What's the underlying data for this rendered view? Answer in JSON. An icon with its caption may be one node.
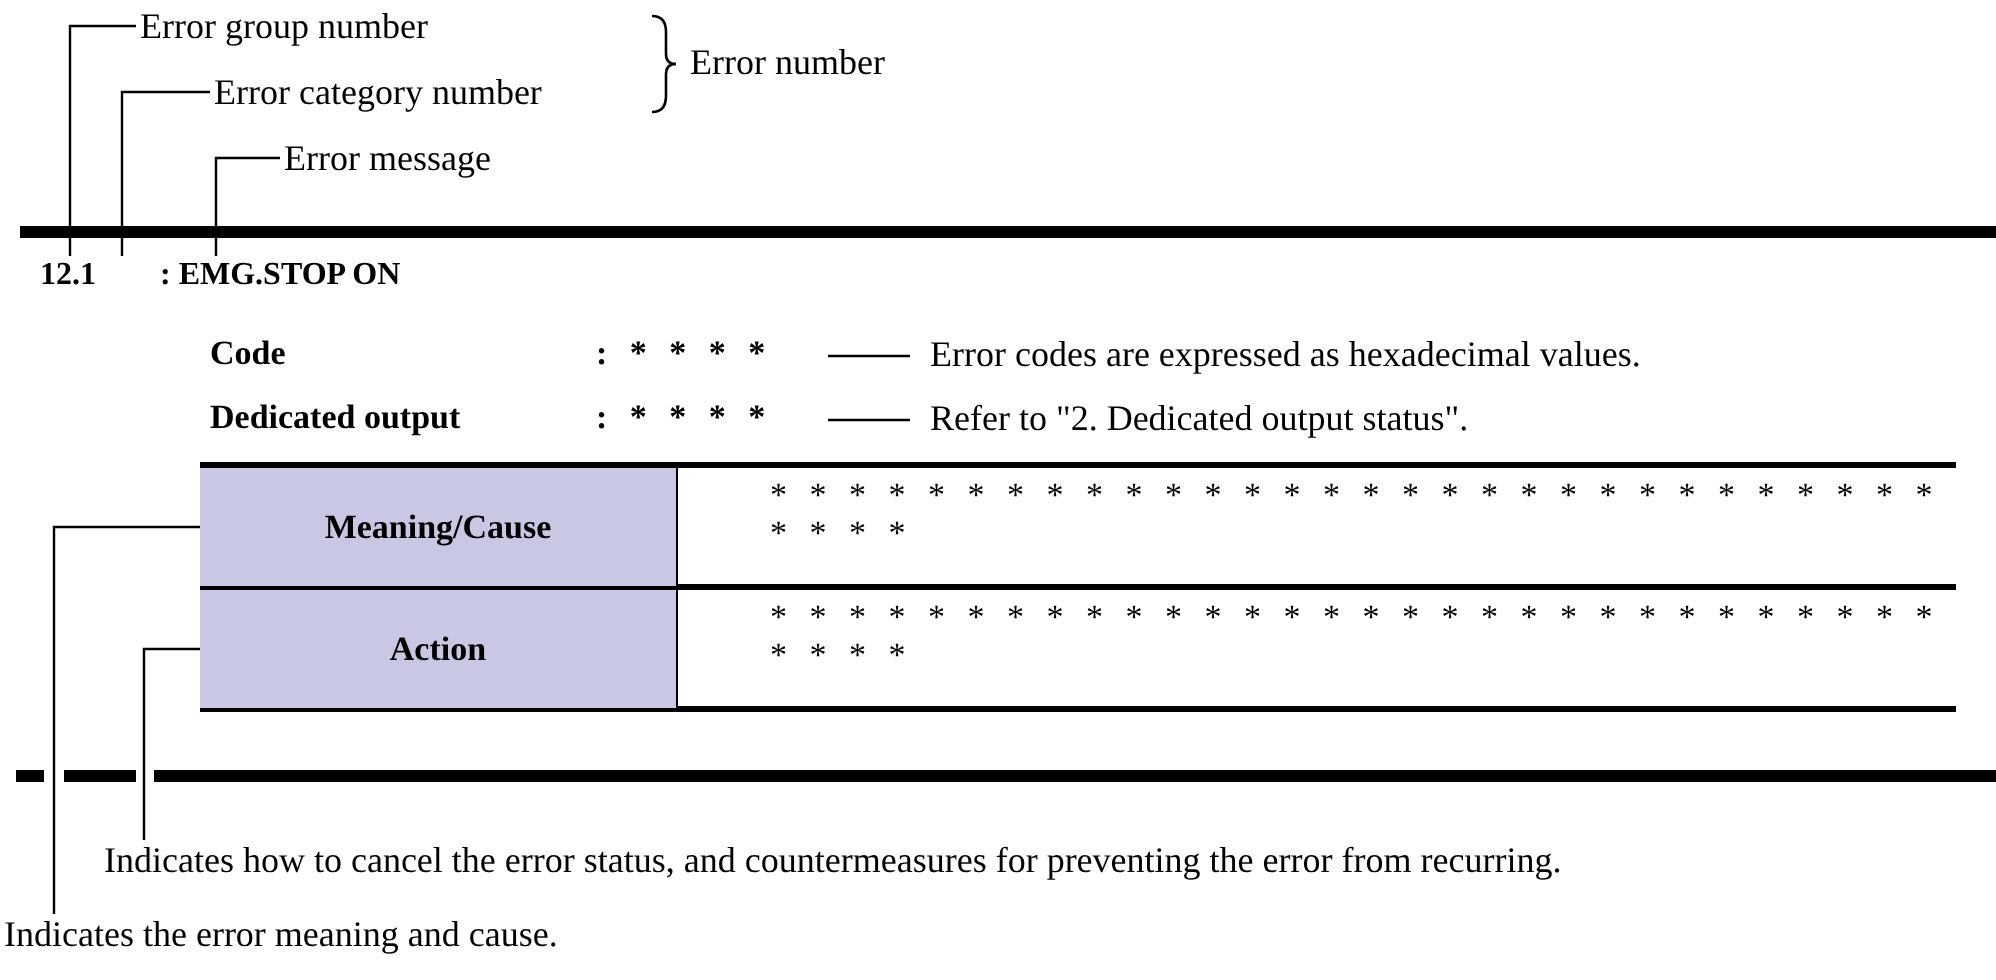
{
  "diagram": {
    "nodes": [
      {
        "text": [
          "Error group number"
        ]
      },
      {
        "text": [
          "Error category number"
        ]
      },
      {
        "text": [
          "Error message"
        ]
      },
      {
        "text": [
          "12.1"
        ]
      },
      {
        "text": [
          ": EMG.STOP ON"
        ]
      },
      {
        "text": [
          ": * * * *"
        ]
      },
      {
        "text": [
          "Error codes are expressed as hexadecimal values."
        ]
      },
      {
        "text": [
          ": * * * *"
        ]
      },
      {
        "text": [
          "Refer to \"2. Dedicated output status\"."
        ]
      },
      {
        "text": [
          "Meaning/Cause"
        ]
      },
      {
        "text": [
          "Action"
        ]
      },
      {
        "text": [
          "Indicates how to cancel the error status, and countermeasures for preventing the error from recurring."
        ]
      },
      {
        "text": [
          "Indicates the error meaning and cause."
        ]
      }
    ],
    "edges": [
      {
        "from": 0,
        "to": 3,
        "arrow": "none"
      },
      {
        "from": 1,
        "to": 3,
        "arrow": "none"
      },
      {
        "from": 2,
        "to": 4,
        "arrow": "none"
      },
      {
        "from": 5,
        "to": 6,
        "arrow": "none"
      },
      {
        "from": 7,
        "to": 8,
        "arrow": "none"
      },
      {
        "from": 12,
        "to": 9,
        "arrow": "none"
      },
      {
        "from": 11,
        "to": 10,
        "arrow": "none"
      }
    ],
    "labels": [
      "Error number",
      "Code",
      "Dedicated output",
      "* * * * * * * * * * * * * * * * * * * * * * * * * * * * * * * * * *",
      "* * * * * * * * * * * * * * * * * * * * * * * * * * * * * * * * * *"
    ]
  }
}
